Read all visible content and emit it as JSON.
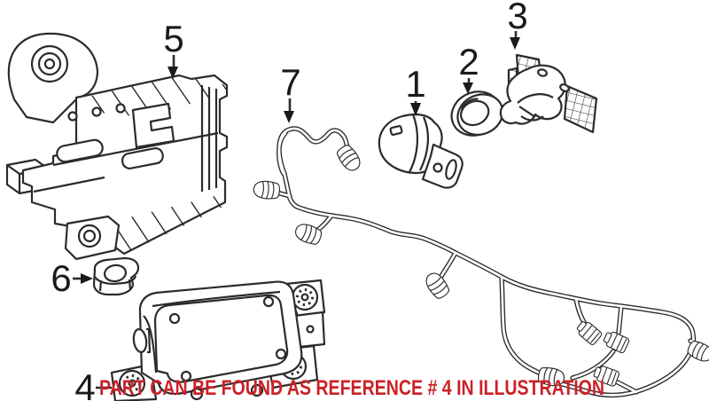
{
  "diagram": {
    "colors": {
      "background": "#ffffff",
      "line": "#2b2b2b",
      "label": "#1a1a1a",
      "note": "#cc2127"
    },
    "note": {
      "text": "PART CAN BE FOUND AS REFERENCE # 4 IN ILLUSTRATION"
    },
    "callouts": [
      {
        "label": "1"
      },
      {
        "label": "2"
      },
      {
        "label": "3"
      },
      {
        "label": "4"
      },
      {
        "label": "5"
      },
      {
        "label": "6"
      },
      {
        "label": "7"
      }
    ]
  }
}
